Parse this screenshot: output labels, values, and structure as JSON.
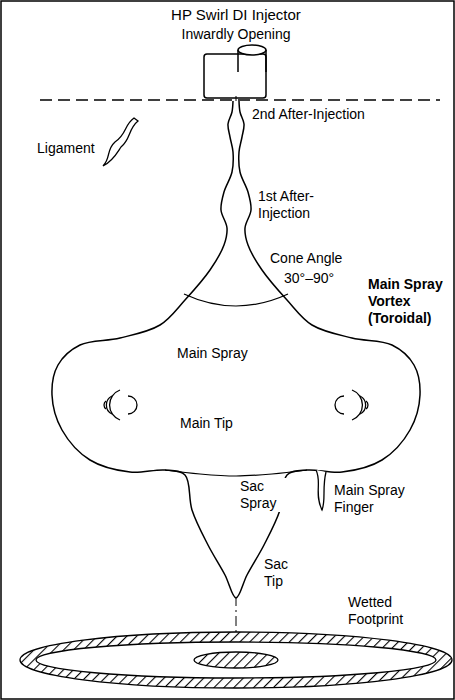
{
  "diagram": {
    "title": "HP Swirl DI Injector",
    "labels": [
      "Inwardly Opening",
      "Ligament",
      "2nd After-Injection",
      "1st After-Injection",
      "Cone Angle",
      "30°–90°",
      "Main Spray",
      "Main Spray Vortex (Toroidal)",
      "Main Tip",
      "Sac Spray",
      "Main Spray Finger",
      "Sac Tip",
      "Wetted Footprint"
    ]
  }
}
